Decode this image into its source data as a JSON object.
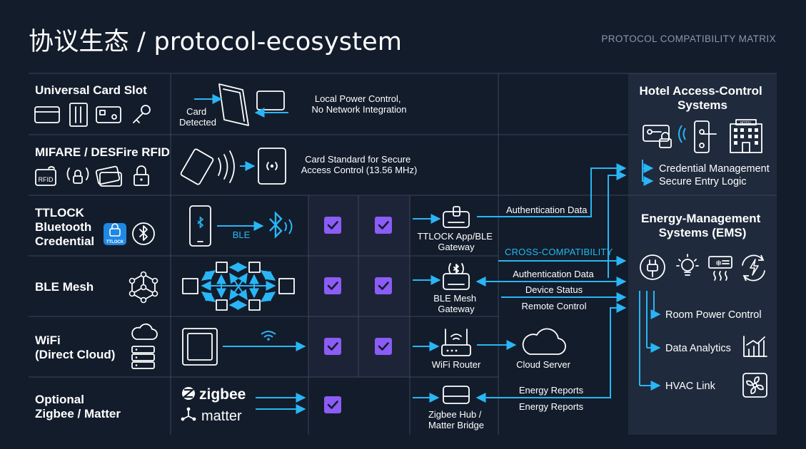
{
  "header": {
    "title": "协议生态 / protocol-ecosystem",
    "subtitle": "PROTOCOL COMPATIBILITY MATRIX"
  },
  "colors": {
    "background": "#131c2b",
    "grid": "#3a4559",
    "arrow": "#29b6f6",
    "checkbox": "#8b5cf6",
    "panel": "#1f2a3c",
    "highlight_column": "#1c2336"
  },
  "rows": [
    {
      "label": "Universal Card Slot",
      "detail_left": "Card\nDetected",
      "detail_right": "Local Power Control,\nNo Network Integration",
      "icons": [
        "credit-card-icon",
        "key-card-icon",
        "smart-card-icon",
        "key-icon"
      ]
    },
    {
      "label": "MIFARE / DESFire RFID",
      "detail_right": "Card Standard for Secure\nAccess Control (13.56 MHz)",
      "icons": [
        "rfid-icon",
        "nfc-lock-icon",
        "cards-icon",
        "padlock-icon"
      ]
    },
    {
      "label": "TTLOCK\nBluetooth\nCredential",
      "badge": "TTLOCK",
      "medium": "BLE",
      "gateway": "TTLOCK App/BLE\nGateway",
      "checks": [
        true,
        true
      ]
    },
    {
      "label": "BLE Mesh",
      "gateway": "BLE Mesh\nGateway",
      "checks": [
        true,
        true
      ]
    },
    {
      "label": "WiFi\n(Direct Cloud)",
      "gateway": "WiFi Router",
      "cloud": "Cloud Server",
      "checks": [
        true,
        true
      ]
    },
    {
      "label": "Optional\nZigbee / Matter",
      "logos": [
        "zigbee",
        "matter"
      ],
      "gateway": "Zigbee Hub /\nMatter Bridge",
      "checks": [
        true
      ]
    }
  ],
  "flows": {
    "ttlock": "Authentication Data",
    "cross": "CROSS-COMPATIBILITY",
    "mesh": [
      "Authentication Data",
      "Device Status",
      "Remote Control"
    ],
    "zigbee": [
      "Energy Reports",
      "Energy Reports"
    ]
  },
  "panels": {
    "hotel": {
      "title": "Hotel Access-Control\nSystems",
      "items": [
        "Credential Management",
        "Secure Entry Logic"
      ],
      "building_label": "HOTEL"
    },
    "ems": {
      "title": "Energy-Management\nSystems (EMS)",
      "items": [
        "Room Power Control",
        "Data Analytics",
        "HVAC Link"
      ]
    }
  }
}
